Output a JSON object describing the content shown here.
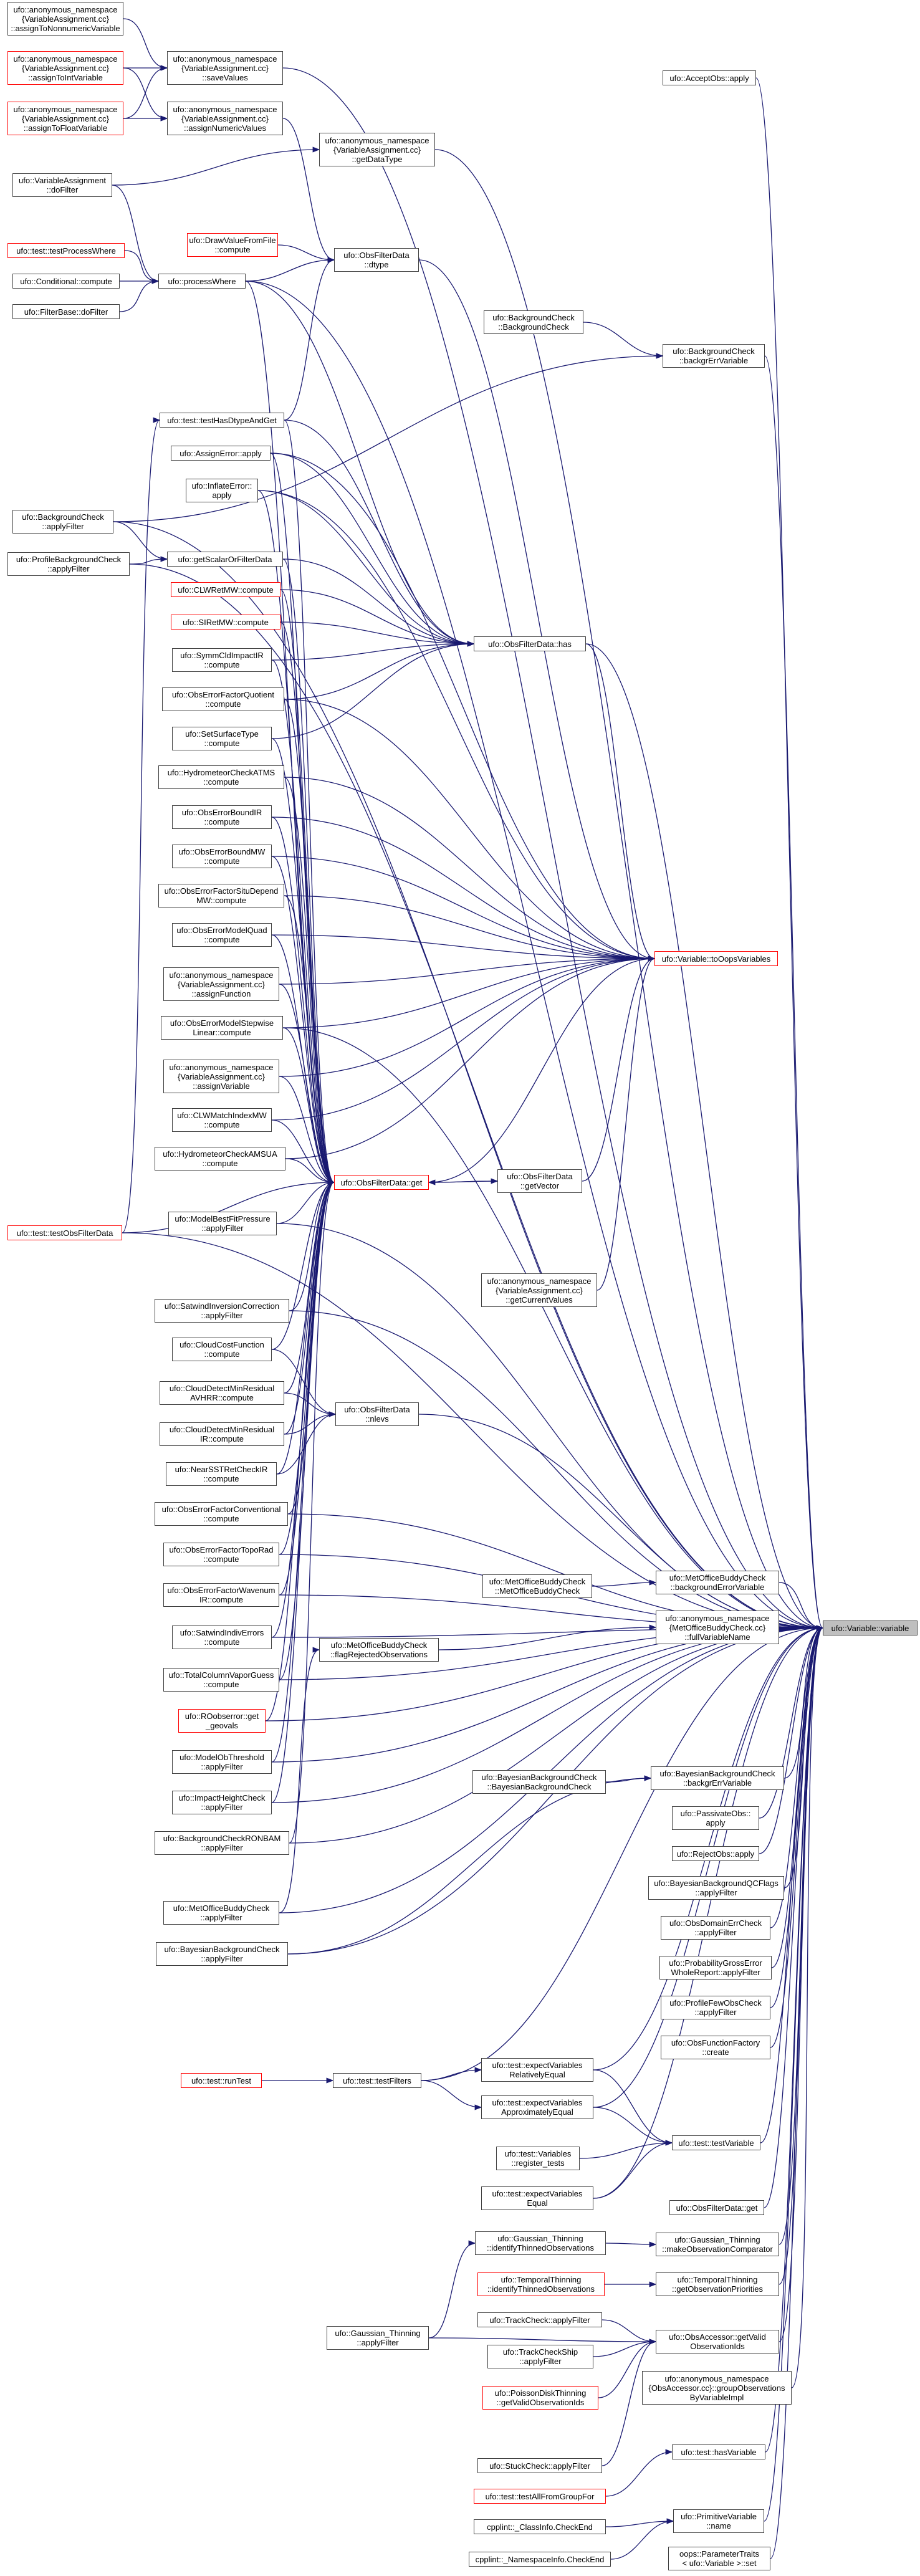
{
  "graph": {
    "edge_color": "#191970",
    "target": "n_var",
    "nodes": [
      {
        "id": "n_nonnum",
        "label": "ufo::anonymous_namespace\n{VariableAssignment.cc}\n::assignToNonnumericVariable",
        "red": false
      },
      {
        "id": "n_int",
        "label": "ufo::anonymous_namespace\n{VariableAssignment.cc}\n::assignToIntVariable",
        "red": true
      },
      {
        "id": "n_float",
        "label": "ufo::anonymous_namespace\n{VariableAssignment.cc}\n::assignToFloatVariable",
        "red": true
      },
      {
        "id": "n_save",
        "label": "ufo::anonymous_namespace\n{VariableAssignment.cc}\n::saveValues",
        "red": false
      },
      {
        "id": "n_assignnum",
        "label": "ufo::anonymous_namespace\n{VariableAssignment.cc}\n::assignNumericValues",
        "red": false
      },
      {
        "id": "n_getdt",
        "label": "ufo::anonymous_namespace\n{VariableAssignment.cc}\n::getDataType",
        "red": false
      },
      {
        "id": "n_acceptobs",
        "label": "ufo::AcceptObs::apply",
        "red": false
      },
      {
        "id": "n_vadofilter",
        "label": "ufo::VariableAssignment\n::doFilter",
        "red": false
      },
      {
        "id": "n_testpw",
        "label": "ufo::test::testProcessWhere",
        "red": true
      },
      {
        "id": "n_condcomp",
        "label": "ufo::Conditional::compute",
        "red": false
      },
      {
        "id": "n_fbdofilter",
        "label": "ufo::FilterBase::doFilter",
        "red": false
      },
      {
        "id": "n_drawval",
        "label": "ufo::DrawValueFromFile\n::compute",
        "red": true
      },
      {
        "id": "n_procwhere",
        "label": "ufo::processWhere",
        "red": false
      },
      {
        "id": "n_dtype",
        "label": "ufo::ObsFilterData\n::dtype",
        "red": false
      },
      {
        "id": "n_bcctor",
        "label": "ufo::BackgroundCheck\n::BackgroundCheck",
        "red": false
      },
      {
        "id": "n_bcbgerr",
        "label": "ufo::BackgroundCheck\n::backgrErrVariable",
        "red": false
      },
      {
        "id": "n_testhas",
        "label": "ufo::test::testHasDtypeAndGet",
        "red": false
      },
      {
        "id": "n_assignerr",
        "label": "ufo::AssignError::apply",
        "red": false
      },
      {
        "id": "n_inflate",
        "label": "ufo::InflateError::\napply",
        "red": false
      },
      {
        "id": "n_bcapply",
        "label": "ufo::BackgroundCheck\n::applyFilter",
        "red": false
      },
      {
        "id": "n_profbc",
        "label": "ufo::ProfileBackgroundCheck\n::applyFilter",
        "red": false
      },
      {
        "id": "n_getscalar",
        "label": "ufo::getScalarOrFilterData",
        "red": false
      },
      {
        "id": "n_clwret",
        "label": "ufo::CLWRetMW::compute",
        "red": true
      },
      {
        "id": "n_siret",
        "label": "ufo::SIRetMW::compute",
        "red": true
      },
      {
        "id": "n_ofdhas",
        "label": "ufo::ObsFilterData::has",
        "red": false
      },
      {
        "id": "n_symmcld",
        "label": "ufo::SymmCldImpactIR\n::compute",
        "red": false
      },
      {
        "id": "n_oefquot",
        "label": "ufo::ObsErrorFactorQuotient\n::compute",
        "red": false
      },
      {
        "id": "n_setsurf",
        "label": "ufo::SetSurfaceType\n::compute",
        "red": false
      },
      {
        "id": "n_hydroatms",
        "label": "ufo::HydrometeorCheckATMS\n::compute",
        "red": false
      },
      {
        "id": "n_oeboundir",
        "label": "ufo::ObsErrorBoundIR\n::compute",
        "red": false
      },
      {
        "id": "n_toops",
        "label": "ufo::Variable::toOopsVariables",
        "red": true
      },
      {
        "id": "n_oeboundmw",
        "label": "ufo::ObsErrorBoundMW\n::compute",
        "red": false
      },
      {
        "id": "n_oefsitu",
        "label": "ufo::ObsErrorFactorSituDepend\nMW::compute",
        "red": false
      },
      {
        "id": "n_oemodelquad",
        "label": "ufo::ObsErrorModelQuad\n::compute",
        "red": false
      },
      {
        "id": "n_assignfunc",
        "label": "ufo::anonymous_namespace\n{VariableAssignment.cc}\n::assignFunction",
        "red": false
      },
      {
        "id": "n_oemodelstep",
        "label": "ufo::ObsErrorModelStepwise\nLinear::compute",
        "red": false
      },
      {
        "id": "n_assignvar",
        "label": "ufo::anonymous_namespace\n{VariableAssignment.cc}\n::assignVariable",
        "red": false
      },
      {
        "id": "n_clwmatch",
        "label": "ufo::CLWMatchIndexMW\n::compute",
        "red": false
      },
      {
        "id": "n_hydroamsua",
        "label": "ufo::HydrometeorCheckAMSUA\n::compute",
        "red": false
      },
      {
        "id": "n_ofdget",
        "label": "ufo::ObsFilterData::get",
        "red": true
      },
      {
        "id": "n_getvector",
        "label": "ufo::ObsFilterData\n::getVector",
        "red": false
      },
      {
        "id": "n_testofd",
        "label": "ufo::test::testObsFilterData",
        "red": true
      },
      {
        "id": "n_modelbest",
        "label": "ufo::ModelBestFitPressure\n::applyFilter",
        "red": false
      },
      {
        "id": "n_getcurrent",
        "label": "ufo::anonymous_namespace\n{VariableAssignment.cc}\n::getCurrentValues",
        "red": false
      },
      {
        "id": "n_satwindinv",
        "label": "ufo::SatwindInversionCorrection\n::applyFilter",
        "red": false
      },
      {
        "id": "n_cloudcost",
        "label": "ufo::CloudCostFunction\n::compute",
        "red": false
      },
      {
        "id": "n_nlevs",
        "label": "ufo::ObsFilterData\n::nlevs",
        "red": false
      },
      {
        "id": "n_clddetavhrr",
        "label": "ufo::CloudDetectMinResidual\nAVHRR::compute",
        "red": false
      },
      {
        "id": "n_clddetir",
        "label": "ufo::CloudDetectMinResidual\nIR::compute",
        "red": false
      },
      {
        "id": "n_nearsst",
        "label": "ufo::NearSSTRetCheckIR\n::compute",
        "red": false
      },
      {
        "id": "n_oefconv",
        "label": "ufo::ObsErrorFactorConventional\n::compute",
        "red": false
      },
      {
        "id": "n_oeftopo",
        "label": "ufo::ObsErrorFactorTopoRad\n::compute",
        "red": false
      },
      {
        "id": "n_oefwave",
        "label": "ufo::ObsErrorFactorWavenum\nIR::compute",
        "red": false
      },
      {
        "id": "n_mobcctor",
        "label": "ufo::MetOfficeBuddyCheck\n::MetOfficeBuddyCheck",
        "red": false
      },
      {
        "id": "n_mobcbgerr",
        "label": "ufo::MetOfficeBuddyCheck\n::backgroundErrorVariable",
        "red": false
      },
      {
        "id": "n_fullname",
        "label": "ufo::anonymous_namespace\n{MetOfficeBuddyCheck.cc}\n::fullVariableName",
        "red": false
      },
      {
        "id": "n_var",
        "label": "ufo::Variable::variable",
        "red": false
      },
      {
        "id": "n_satwindind",
        "label": "ufo::SatwindIndivErrors\n::compute",
        "red": false
      },
      {
        "id": "n_mobcflag",
        "label": "ufo::MetOfficeBuddyCheck\n::flagRejectedObservations",
        "red": false
      },
      {
        "id": "n_totalcol",
        "label": "ufo::TotalColumnVaporGuess\n::compute",
        "red": false
      },
      {
        "id": "n_rooberr",
        "label": "ufo::ROobserror::get\n_geovals",
        "red": true
      },
      {
        "id": "n_modelobth",
        "label": "ufo::ModelObThreshold\n::applyFilter",
        "red": false
      },
      {
        "id": "n_bbcbgerr",
        "label": "ufo::BayesianBackgroundCheck\n::backgrErrVariable",
        "red": false
      },
      {
        "id": "n_bbcctor",
        "label": "ufo::BayesianBackgroundCheck\n::BayesianBackgroundCheck",
        "red": false
      },
      {
        "id": "n_passivate",
        "label": "ufo::PassivateObs::\napply",
        "red": false
      },
      {
        "id": "n_impact",
        "label": "ufo::ImpactHeightCheck\n::applyFilter",
        "red": false
      },
      {
        "id": "n_rejectobs",
        "label": "ufo::RejectObs::apply",
        "red": false
      },
      {
        "id": "n_bgcheckronbam",
        "label": "ufo::BackgroundCheckRONBAM\n::applyFilter",
        "red": false
      },
      {
        "id": "n_bbqcflags",
        "label": "ufo::BayesianBackgroundQCFlags\n::applyFilter",
        "red": false
      },
      {
        "id": "n_obsdomain",
        "label": "ufo::ObsDomainErrCheck\n::applyFilter",
        "red": false
      },
      {
        "id": "n_mobcapply",
        "label": "ufo::MetOfficeBuddyCheck\n::applyFilter",
        "red": false
      },
      {
        "id": "n_probgross",
        "label": "ufo::ProbabilityGrossError\nWholeReport::applyFilter",
        "red": false
      },
      {
        "id": "n_bbcapply",
        "label": "ufo::BayesianBackgroundCheck\n::applyFilter",
        "red": false
      },
      {
        "id": "n_proffew",
        "label": "ufo::ProfileFewObsCheck\n::applyFilter",
        "red": false
      },
      {
        "id": "n_obsfunfac",
        "label": "ufo::ObsFunctionFactory\n::create",
        "red": false
      },
      {
        "id": "n_runtest",
        "label": "ufo::test::runTest",
        "red": true
      },
      {
        "id": "n_testfilters",
        "label": "ufo::test::testFilters",
        "red": false
      },
      {
        "id": "n_exprel",
        "label": "ufo::test::expectVariables\nRelativelyEqual",
        "red": false
      },
      {
        "id": "n_expapprox",
        "label": "ufo::test::expectVariables\nApproximatelyEqual",
        "red": false
      },
      {
        "id": "n_testvariable",
        "label": "ufo::test::testVariable",
        "red": false
      },
      {
        "id": "n_regtests",
        "label": "ufo::test::Variables\n::register_tests",
        "red": false
      },
      {
        "id": "n_expequal",
        "label": "ufo::test::expectVariables\nEqual",
        "red": false
      },
      {
        "id": "n_ofdget2",
        "label": "ufo::ObsFilterData::get",
        "red": false
      },
      {
        "id": "n_gtident",
        "label": "ufo::Gaussian_Thinning\n::identifyThinnedObservations",
        "red": false
      },
      {
        "id": "n_gtcomp",
        "label": "ufo::Gaussian_Thinning\n::makeObservationComparator",
        "red": false
      },
      {
        "id": "n_ttident",
        "label": "ufo::TemporalThinning\n::identifyThinnedObservations",
        "red": true
      },
      {
        "id": "n_ttprio",
        "label": "ufo::TemporalThinning\n::getObservationPriorities",
        "red": false
      },
      {
        "id": "n_gtapply",
        "label": "ufo::Gaussian_Thinning\n::applyFilter",
        "red": false
      },
      {
        "id": "n_trackcheck",
        "label": "ufo::TrackCheck::applyFilter",
        "red": false
      },
      {
        "id": "n_oagetvalid",
        "label": "ufo::ObsAccessor::getValid\nObservationIds",
        "red": false
      },
      {
        "id": "n_trackship",
        "label": "ufo::TrackCheckShip\n::applyFilter",
        "red": false
      },
      {
        "id": "n_poisson",
        "label": "ufo::PoissonDiskThinning\n::getValidObservationIds",
        "red": true
      },
      {
        "id": "n_groupobs",
        "label": "ufo::anonymous_namespace\n{ObsAccessor.cc}::groupObservations\nByVariableImpl",
        "red": false
      },
      {
        "id": "n_stuck",
        "label": "ufo::StuckCheck::applyFilter",
        "red": false
      },
      {
        "id": "n_hasvar",
        "label": "ufo::test::hasVariable",
        "red": false
      },
      {
        "id": "n_allfrom",
        "label": "ufo::test::testAllFromGroupFor",
        "red": true
      },
      {
        "id": "n_classinfo",
        "label": "cpplint::_ClassInfo.CheckEnd",
        "red": false
      },
      {
        "id": "n_primvar",
        "label": "ufo::PrimitiveVariable\n::name",
        "red": false
      },
      {
        "id": "n_nsinfo",
        "label": "cpplint::_NamespaceInfo.CheckEnd",
        "red": false
      },
      {
        "id": "n_paramtraits",
        "label": "oops::ParameterTraits\n< ufo::Variable >::set",
        "red": false
      }
    ]
  }
}
